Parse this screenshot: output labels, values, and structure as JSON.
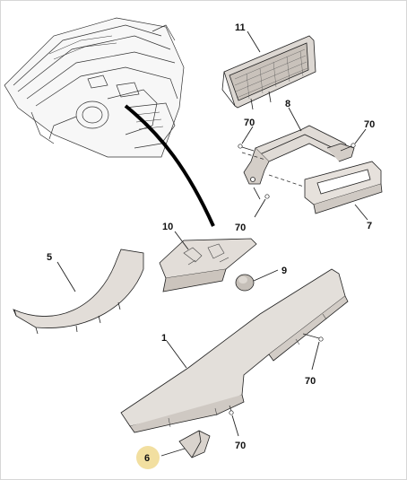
{
  "callouts": [
    {
      "id": "c11",
      "text": "11"
    },
    {
      "id": "c8",
      "text": "8"
    },
    {
      "id": "c70a",
      "text": "70"
    },
    {
      "id": "c70b",
      "text": "70"
    },
    {
      "id": "c70c",
      "text": "70"
    },
    {
      "id": "c7",
      "text": "7"
    },
    {
      "id": "c10",
      "text": "10"
    },
    {
      "id": "c5",
      "text": "5"
    },
    {
      "id": "c9",
      "text": "9"
    },
    {
      "id": "c1",
      "text": "1"
    },
    {
      "id": "c70d",
      "text": "70"
    },
    {
      "id": "c70e",
      "text": "70"
    },
    {
      "id": "c6",
      "text": "6"
    }
  ],
  "colors": {
    "line": "#222222",
    "part_fill": "#e4e0dc",
    "part_shade": "#cfc9c3",
    "highlight": "#f2dfa0"
  }
}
